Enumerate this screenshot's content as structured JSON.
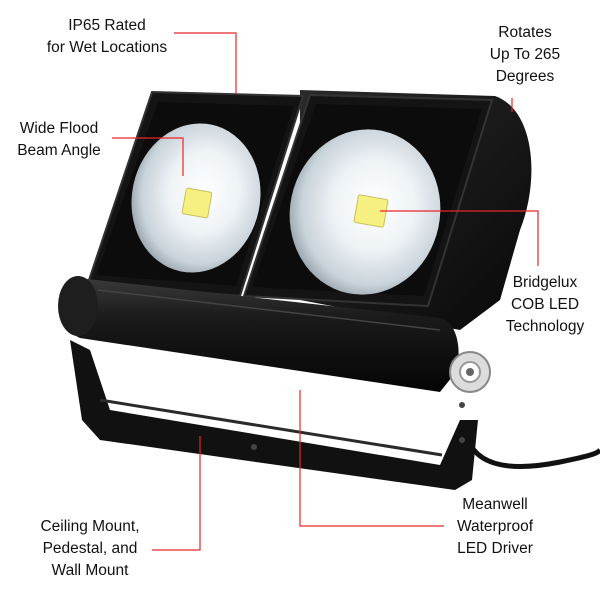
{
  "colors": {
    "callout_line": "#e8262b",
    "text": "#111111",
    "housing": "#121212",
    "lens": "#dfe6ec",
    "led_chip": "#f6f081"
  },
  "callouts": {
    "ip65": {
      "line1": "IP65 Rated",
      "line2": "for Wet Locations"
    },
    "rotates": {
      "line1": "Rotates",
      "line2": "Up To 265",
      "line3": "Degrees"
    },
    "beam": {
      "line1": "Wide Flood",
      "line2": "Beam Angle"
    },
    "cob": {
      "line1": "Bridgelux",
      "line2": "COB LED",
      "line3": "Technology"
    },
    "mount": {
      "line1": "Ceiling Mount,",
      "line2": "Pedestal, and",
      "line3": "Wall Mount"
    },
    "driver": {
      "line1": "Meanwell",
      "line2": "Waterproof",
      "line3": "LED Driver"
    }
  }
}
